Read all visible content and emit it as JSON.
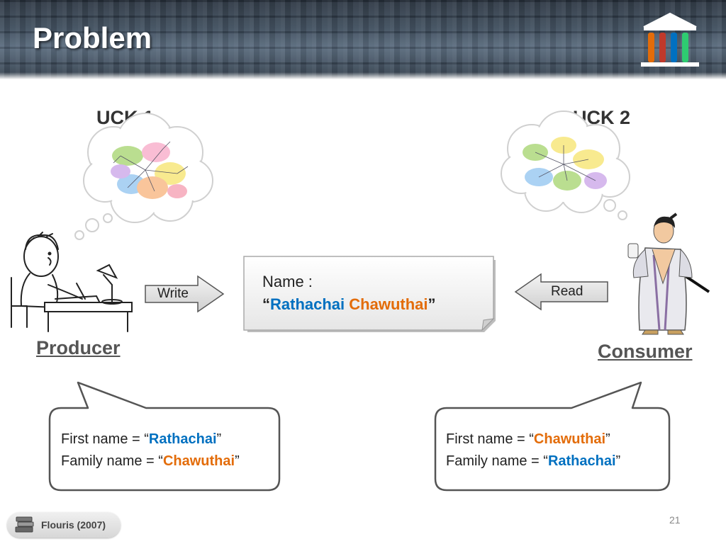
{
  "slide": {
    "title": "Problem",
    "page_number": "21"
  },
  "left": {
    "uck_label": "UCK 1",
    "person_label": "Producer",
    "arrow_label": "Write",
    "bubble": {
      "line1_prefix": "First name = “",
      "line1_value": "Rathachai",
      "line1_suffix": "”",
      "line2_prefix": "Family name = “",
      "line2_value": "Chawuthai",
      "line2_suffix": "”"
    }
  },
  "right": {
    "uck_label": "UCK 2",
    "person_label": "Consumer",
    "arrow_label": "Read",
    "bubble": {
      "line1_prefix": "First name = “",
      "line1_value": "Chawuthai",
      "line1_suffix": "”",
      "line2_prefix": "Family name = “",
      "line2_value": "Rathachai",
      "line2_suffix": "”"
    }
  },
  "note": {
    "line1": "Name :",
    "open_quote": "“",
    "first": "Rathachai",
    "space": " ",
    "second": "Chawuthai",
    "close_quote": "”"
  },
  "citation": {
    "text": "Flouris (2007)"
  },
  "colors": {
    "blue": "#0070c0",
    "orange": "#e36c09"
  },
  "icons": [
    "museum-logo-icon",
    "books-icon",
    "thought-cloud-icon",
    "arrow-right-icon",
    "arrow-left-icon"
  ]
}
